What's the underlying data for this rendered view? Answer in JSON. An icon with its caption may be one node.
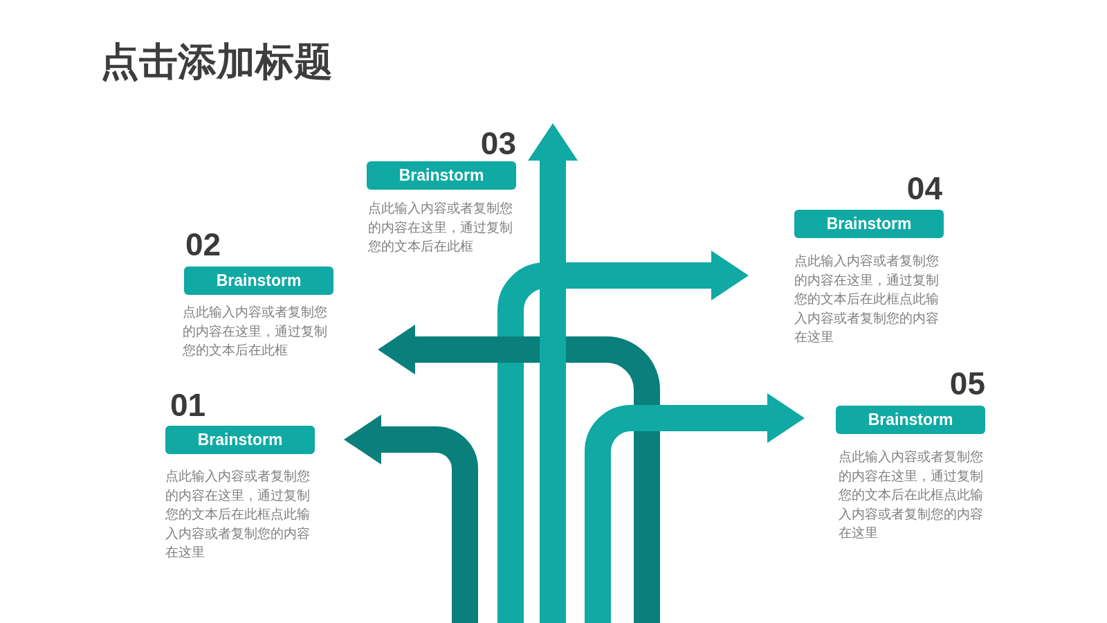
{
  "diagram": {
    "title": "点击添加标题",
    "nodes": [
      {
        "text": [
          "01",
          "Brainstorm"
        ],
        "beside": [
          "点此输入内容或者复制您的内容在这里，通过复制您的文本后在此框点此输入内容或者复制您的内容在这里"
        ]
      },
      {
        "text": [
          "02",
          "Brainstorm"
        ],
        "beside": [
          "点此输入内容或者复制您的内容在这里，通过复制您的文本后在此框"
        ]
      },
      {
        "text": [
          "03",
          "Brainstorm"
        ],
        "beside": [
          "点此输入内容或者复制您的内容在这里，通过复制您的文本后在此框"
        ]
      },
      {
        "text": [
          "04",
          "Brainstorm"
        ],
        "beside": [
          "点此输入内容或者复制您的内容在这里，通过复制您的文本后在此框点此输入内容或者复制您的内容在这里"
        ]
      },
      {
        "text": [
          "05",
          "Brainstorm"
        ],
        "beside": [
          "点此输入内容或者复制您的内容在这里，通过复制您的文本后在此框点此输入内容或者复制您的内容在这里"
        ]
      }
    ],
    "edges": [
      {
        "from": null,
        "to": 0,
        "arrow": "to",
        "color": "#0b7f7c"
      },
      {
        "from": null,
        "to": 1,
        "arrow": "to",
        "color": "#0b7f7c"
      },
      {
        "from": null,
        "to": 2,
        "arrow": "to"
      },
      {
        "from": null,
        "to": 3,
        "arrow": "to"
      },
      {
        "from": null,
        "to": 4,
        "arrow": "to"
      }
    ]
  }
}
